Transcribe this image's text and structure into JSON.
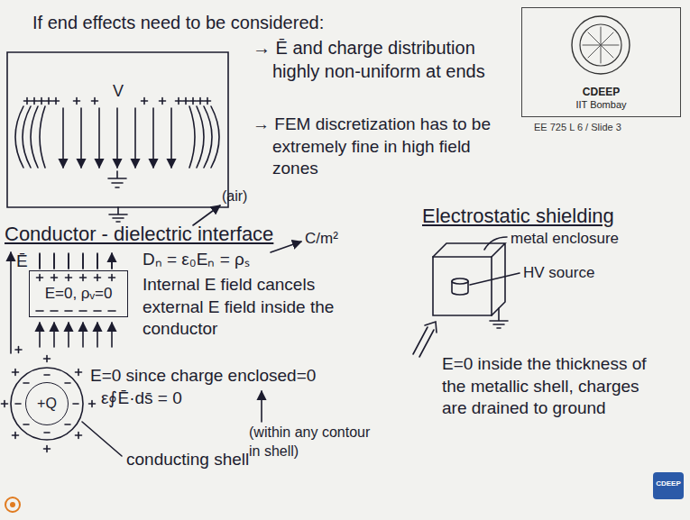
{
  "diagram": {
    "title": "If end effects need to be considered:",
    "nodes": [
      {
        "text": [
          "CDEEP",
          "IIT Bombay"
        ]
      },
      {
        "text": [
          "E=0, ρᵥ=0"
        ]
      },
      {
        "text": [
          "+Q"
        ]
      }
    ],
    "labels": [
      "→ Ē and charge distribution highly non-uniform at ends",
      "→ FEM discretization has to be extremely fine in high field zones",
      "V",
      "EE 725 L 6 / Slide 3",
      "Conductor - dielectric interface",
      "(air)",
      "Dₙ = ε₀Eₙ = ρₛ",
      "C/m²",
      "Internal E field cancels external E field inside the conductor",
      "Ē",
      "E=0 since charge enclosed=0",
      "ε∮Ē·ds̄ = 0",
      "(within any contour in shell)",
      "conducting shell",
      "Electrostatic shielding",
      "metal enclosure",
      "HV source",
      "E=0 inside the thickness of the metallic shell, charges are drained to ground",
      "CDEEP"
    ]
  }
}
